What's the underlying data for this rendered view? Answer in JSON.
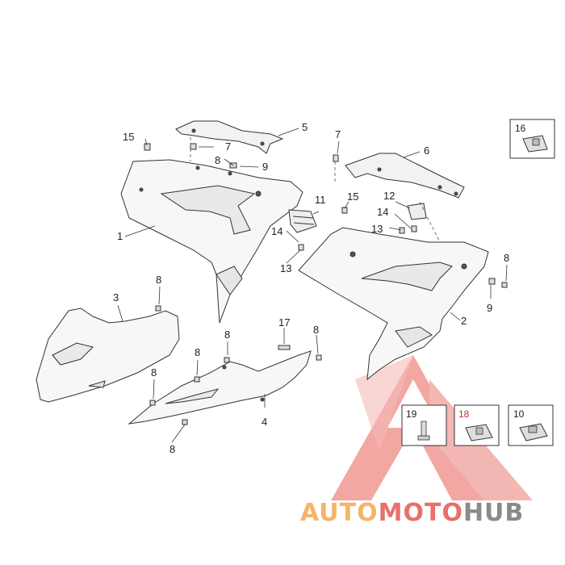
{
  "callouts": {
    "c1": "1",
    "c2": "2",
    "c3": "3",
    "c4": "4",
    "c5": "5",
    "c6": "6",
    "c7a": "7",
    "c7b": "7",
    "c8a": "8",
    "c8b": "8",
    "c8c": "8",
    "c8d": "8",
    "c8e": "8",
    "c8f": "8",
    "c8g": "8",
    "c8h": "8",
    "c9a": "9",
    "c9b": "9",
    "c11": "11",
    "c12": "12",
    "c13a": "13",
    "c13b": "13",
    "c14a": "14",
    "c14b": "14",
    "c15a": "15",
    "c15b": "15",
    "c17": "17"
  },
  "boxes": {
    "b10": "10",
    "b16": "16",
    "b18": "18",
    "b19": "19"
  },
  "watermark": {
    "part1": "AUTO",
    "part2": "MOTO",
    "part3": "HUB",
    "color_orange": "#f5b46a",
    "color_gray": "#8a8a8a",
    "color_red": "#e8706a"
  }
}
